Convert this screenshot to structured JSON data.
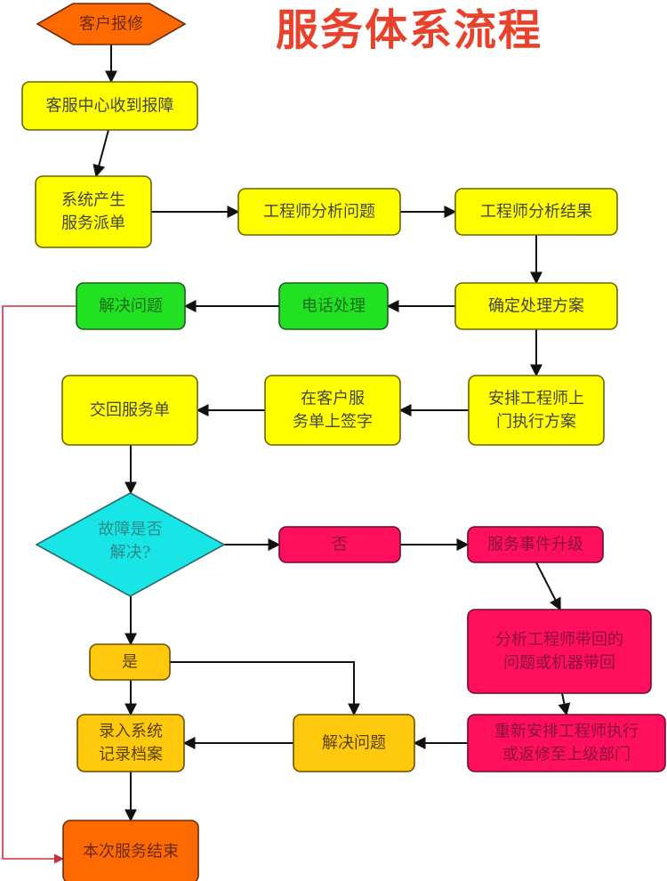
{
  "title": "服务体系流程",
  "colors": {
    "title": "#e8412c",
    "yellow": "#ffff00",
    "green": "#22e022",
    "orange": "#ff6a00",
    "amber": "#ffc90e",
    "pink": "#ff0f5c",
    "cyan": "#18e6e6",
    "arrow": "#111111",
    "return_line": "#c8313a"
  },
  "nodes": [
    {
      "id": "start",
      "shape": "hexagon",
      "fill": "orange",
      "lines": [
        "客户报修"
      ]
    },
    {
      "id": "receive",
      "shape": "box",
      "fill": "yellow",
      "lines": [
        "客服中心收到报障"
      ]
    },
    {
      "id": "dispatch",
      "shape": "box",
      "fill": "yellow",
      "lines": [
        "系统产生",
        "服务派单"
      ]
    },
    {
      "id": "analyze",
      "shape": "box",
      "fill": "yellow",
      "lines": [
        "工程师分析问题"
      ]
    },
    {
      "id": "analyze_result",
      "shape": "box",
      "fill": "yellow",
      "lines": [
        "工程师分析结果"
      ]
    },
    {
      "id": "plan",
      "shape": "box",
      "fill": "yellow",
      "lines": [
        "确定处理方案"
      ]
    },
    {
      "id": "phone",
      "shape": "box",
      "fill": "green",
      "lines": [
        "电话处理"
      ]
    },
    {
      "id": "solve_phone",
      "shape": "box",
      "fill": "green",
      "lines": [
        "解决问题"
      ]
    },
    {
      "id": "onsite",
      "shape": "box",
      "fill": "yellow",
      "lines": [
        "安排工程师上",
        "门执行方案"
      ]
    },
    {
      "id": "sign",
      "shape": "box",
      "fill": "yellow",
      "lines": [
        "在客户服",
        "务单上签字"
      ]
    },
    {
      "id": "return_form",
      "shape": "box",
      "fill": "yellow",
      "lines": [
        "交回服务单"
      ]
    },
    {
      "id": "decision",
      "shape": "diamond",
      "fill": "cyan",
      "lines": [
        "故障是否",
        "解决?"
      ]
    },
    {
      "id": "no",
      "shape": "box",
      "fill": "pink",
      "lines": [
        "否"
      ]
    },
    {
      "id": "escalate",
      "shape": "box",
      "fill": "pink",
      "lines": [
        "服务事件升级"
      ]
    },
    {
      "id": "analyze_returned",
      "shape": "box",
      "fill": "pink",
      "lines": [
        "分析工程师带回的",
        "问题或机器带回"
      ]
    },
    {
      "id": "reassign",
      "shape": "box",
      "fill": "pink",
      "lines": [
        "重新安排工程师执行",
        "或返修至上级部门"
      ]
    },
    {
      "id": "yes",
      "shape": "box",
      "fill": "amber",
      "lines": [
        "是"
      ]
    },
    {
      "id": "solve",
      "shape": "box",
      "fill": "amber",
      "lines": [
        "解决问题"
      ]
    },
    {
      "id": "record",
      "shape": "box",
      "fill": "amber",
      "lines": [
        "录入系统",
        "记录档案"
      ]
    },
    {
      "id": "end",
      "shape": "box",
      "fill": "orange",
      "lines": [
        "本次服务结束"
      ]
    }
  ],
  "edges": [
    {
      "from": "start",
      "to": "receive"
    },
    {
      "from": "receive",
      "to": "dispatch"
    },
    {
      "from": "dispatch",
      "to": "analyze"
    },
    {
      "from": "analyze",
      "to": "analyze_result"
    },
    {
      "from": "analyze_result",
      "to": "plan"
    },
    {
      "from": "plan",
      "to": "phone"
    },
    {
      "from": "phone",
      "to": "solve_phone"
    },
    {
      "from": "plan",
      "to": "onsite"
    },
    {
      "from": "onsite",
      "to": "sign"
    },
    {
      "from": "sign",
      "to": "return_form"
    },
    {
      "from": "return_form",
      "to": "decision"
    },
    {
      "from": "decision",
      "to": "no"
    },
    {
      "from": "no",
      "to": "escalate"
    },
    {
      "from": "escalate",
      "to": "analyze_returned"
    },
    {
      "from": "analyze_returned",
      "to": "reassign"
    },
    {
      "from": "reassign",
      "to": "solve"
    },
    {
      "from": "decision",
      "to": "yes"
    },
    {
      "from": "yes",
      "to": "record"
    },
    {
      "from": "yes",
      "to": "solve"
    },
    {
      "from": "solve",
      "to": "record"
    },
    {
      "from": "record",
      "to": "end"
    },
    {
      "from": "solve_phone",
      "to": "end",
      "style": "return"
    }
  ]
}
